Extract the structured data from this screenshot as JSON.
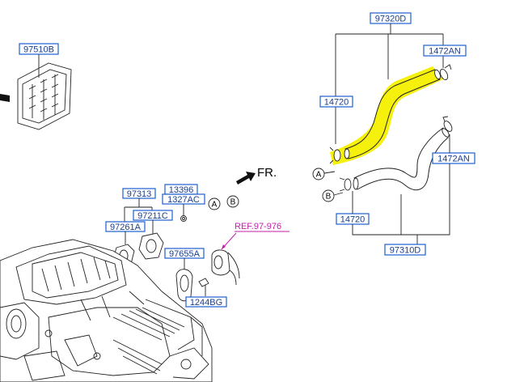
{
  "labels": {
    "p97510B": "97510B",
    "p97320D": "97320D",
    "p1472AN_top": "1472AN",
    "p14720_top": "14720",
    "p1472AN_mid": "1472AN",
    "p14720_bot": "14720",
    "p97310D": "97310D",
    "p13396": "13396",
    "p1327AC": "1327AC",
    "p97313": "97313",
    "p97211C": "97211C",
    "p97261A": "97261A",
    "p97655A": "97655A",
    "p1244BG": "1244BG"
  },
  "reference": "REF.97-976",
  "direction_label": "FR.",
  "callouts": {
    "a": "A",
    "b": "B"
  },
  "colors": {
    "highlight": "#f5ef00",
    "label_border": "#1d5fd0",
    "label_text": "#1a3f8c",
    "reference": "#c21fa8"
  }
}
